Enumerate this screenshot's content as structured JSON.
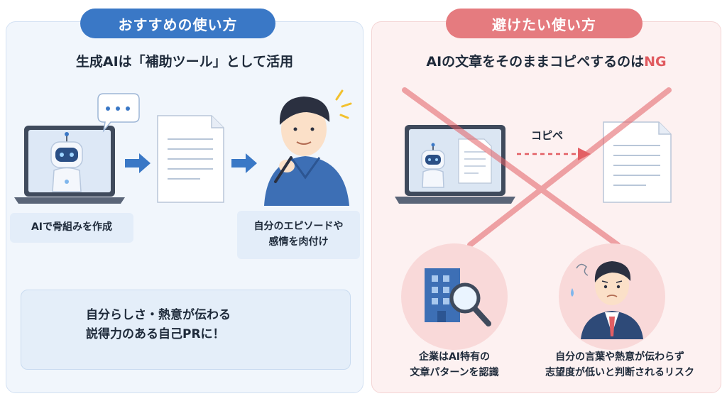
{
  "left_panel": {
    "pill": "おすすめの使い方",
    "heading": "生成AIは「補助ツール」として活用",
    "step1_label": "AIで骨組みを作成",
    "step3_label": "自分のエピソードや\n感情を肉付け",
    "result_text": "自分らしさ・熱意が伝わる\n説得力のある自己PRに！",
    "accent": "#3a78c6"
  },
  "right_panel": {
    "pill": "避けたい使い方",
    "heading_main": "AIの文章をそのままコピペするのは",
    "heading_ng": "NG",
    "copy_label": "コピペ",
    "caption_company": "企業はAI特有の\n文章パターンを認識",
    "caption_person": "自分の言葉や熱意が伝わらず\n志望度が低いと判断されるリスク",
    "accent": "#e57b7f"
  }
}
